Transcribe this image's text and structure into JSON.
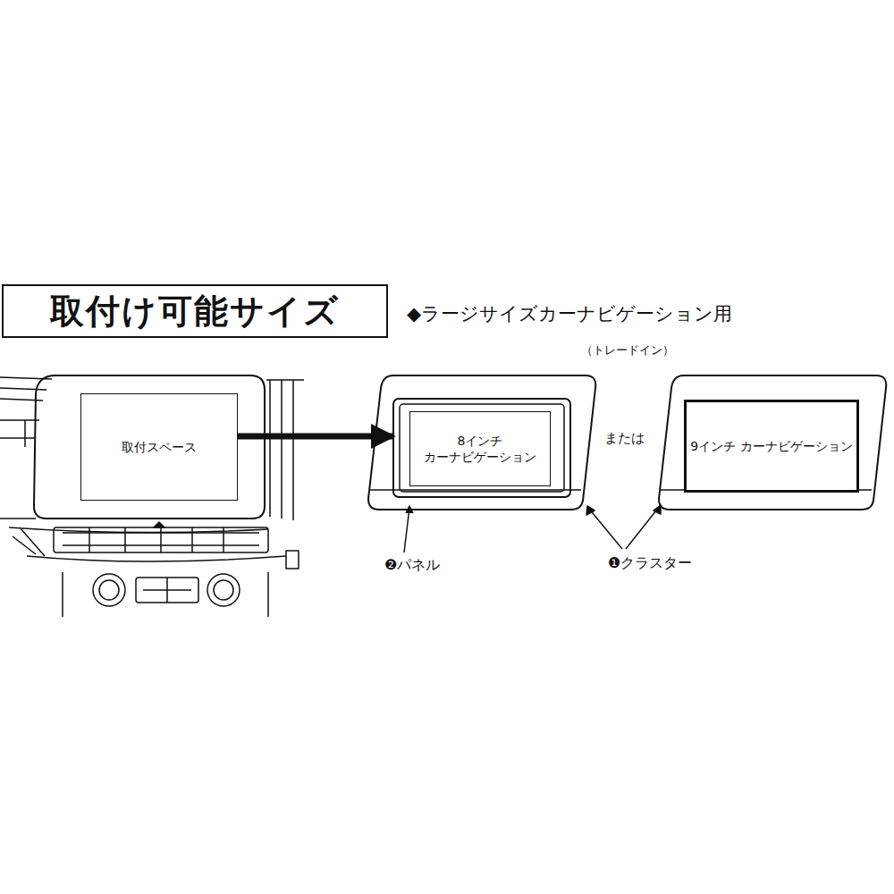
{
  "diagram": {
    "title": "取付け可能サイズ",
    "nodes": [
      {
        "text": [
          "取付スペース"
        ]
      },
      {
        "text": [
          "8インチ カーナビゲーション"
        ]
      },
      {
        "text": [
          "9インチ カーナビゲーション"
        ]
      }
    ],
    "edges": [
      {
        "from": 0,
        "to": 1,
        "arrow": "to"
      }
    ],
    "labels": [
      "◆ラージサイズカーナビゲーション用",
      "（トレードイン）",
      "または",
      "❷パネル",
      "❶クラスター"
    ]
  }
}
